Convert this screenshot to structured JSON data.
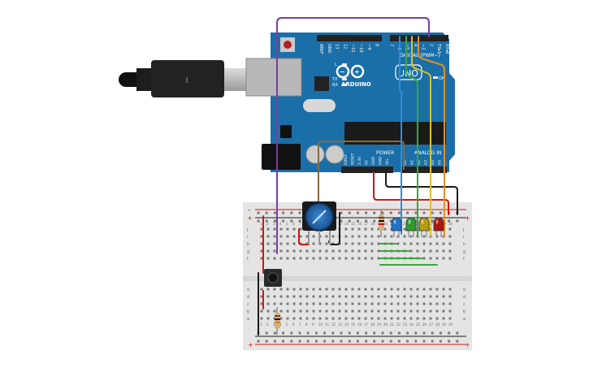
{
  "arduino": {
    "brand": "ARDUINO",
    "model": "UNO",
    "digital_header": "DIGITAL (PWM~)",
    "power_header": "POWER",
    "analog_header": "ANALOG IN",
    "on_led": "ON",
    "led_labels": [
      "L",
      "TX",
      "RX"
    ],
    "top_pins": [
      "AREF",
      "GND",
      "13",
      "12",
      "~11",
      "~10",
      "~9",
      "8",
      "7",
      "~6",
      "~5",
      "4",
      "~3",
      "2",
      "TX▸1",
      "RX◂0"
    ],
    "power_pins": [
      "IOREF",
      "RESET",
      "3.3V",
      "5V",
      "GND",
      "GND",
      "Vin"
    ],
    "analog_pins": [
      "A0",
      "A1",
      "A2",
      "A3",
      "A4",
      "A5"
    ],
    "colors": {
      "board": "#1b6fa8",
      "header": "#222222"
    }
  },
  "breadboard": {
    "row_letters_top": [
      "j",
      "i",
      "h",
      "g",
      "f"
    ],
    "row_letters_bottom": [
      "e",
      "d",
      "c",
      "b",
      "a"
    ],
    "column_numbers": [
      "1",
      "2",
      "3",
      "4",
      "5",
      "6",
      "7",
      "8",
      "9",
      "10",
      "11",
      "12",
      "13",
      "14",
      "15",
      "16",
      "17",
      "18",
      "19",
      "20",
      "21",
      "22",
      "23",
      "24",
      "25",
      "26",
      "27",
      "28",
      "29",
      "30"
    ],
    "rail_plus": "+",
    "rail_minus": "-"
  },
  "components": {
    "usb_cable": "usb-cable-icon",
    "potentiometer": "potentiometer-icon",
    "pushbutton": "pushbutton-icon",
    "leds": [
      {
        "color": "#1e74c8"
      },
      {
        "color": "#2e9a2e"
      },
      {
        "color": "#b59a10"
      },
      {
        "color": "#b01515"
      }
    ]
  },
  "wire_colors": {
    "purple": "#7a3fa0",
    "red": "#d41414",
    "black": "#1a1a1a",
    "blue": "#2e8ed6",
    "green": "#3aa83a",
    "yellow": "#e0c21a",
    "orange": "#e0902a",
    "brown": "#8a6a3a"
  }
}
